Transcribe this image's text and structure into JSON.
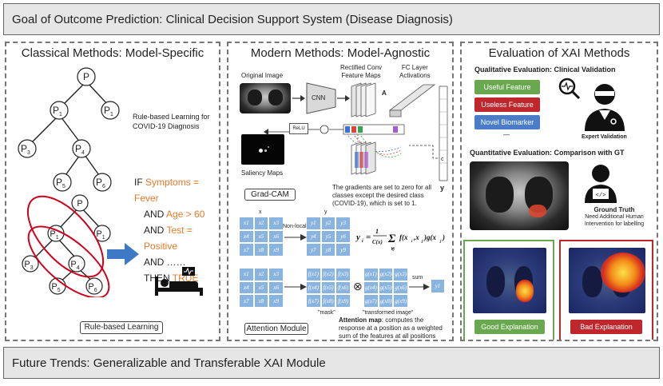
{
  "header": {
    "title": "Goal of Outcome Prediction: Clinical Decision Support System (Disease Diagnosis)"
  },
  "footer": {
    "title": "Future Trends: Generalizable and Transferable XAI Module"
  },
  "classical": {
    "title": "Classical Methods: Model-Specific",
    "tree_nodes": [
      "P",
      "P",
      "1",
      "P",
      "1",
      "P",
      "3",
      "P",
      "4",
      "P",
      "5",
      "P",
      "6"
    ],
    "rule_caption_line1": "Rule-based Learning for",
    "rule_caption_line2": "COVID-19 Diagnosis",
    "rule": {
      "if": "IF",
      "cond1": "Symptoms = Fever",
      "and1": "AND",
      "cond2": "Age > 60",
      "and2": "AND",
      "cond3": "Test = Positive",
      "and3": "AND ……",
      "then": "THEN",
      "result": "TRUE"
    },
    "box_label": "Rule-based Learning"
  },
  "modern": {
    "title": "Modern Methods: Model-Agnostic",
    "original_image": "Original Image",
    "rectified_line1": "Rectified Conv",
    "rectified_line2": "Feature Maps",
    "fc_line1": "FC Layer",
    "fc_line2": "Activations",
    "cnn": "CNN",
    "relu": "ReLU",
    "matrix_a": "A",
    "y_label": "y",
    "c_label": "c",
    "saliency": "Saliency Maps",
    "gradcam_box": "Grad-CAM",
    "gradcam_note1": "The gradients are set to zero for all",
    "gradcam_note2": "classes except the desired class",
    "gradcam_note3": "(COVID-19), which is set to 1.",
    "x_label": "x",
    "y_small": "y",
    "nonlocal": "Non-local",
    "grid_x": [
      "x1",
      "x2",
      "x3",
      "x4",
      "x5",
      "x6",
      "x7",
      "x8",
      "x9"
    ],
    "grid_y": [
      "y1",
      "y2",
      "y3",
      "y4",
      "y5",
      "y6",
      "y7",
      "y8",
      "y9"
    ],
    "grid_f": [
      "f(x1)",
      "f(x2)",
      "f(x3)",
      "f(x4)",
      "f(x5)",
      "f(x6)",
      "f(x7)",
      "f(x8)",
      "f(x9)"
    ],
    "grid_g": [
      "g(x1)",
      "g(x2)",
      "g(x3)",
      "g(x4)",
      "g(x5)",
      "g(x6)",
      "g(x7)",
      "g(x8)",
      "g(x9)"
    ],
    "formula": "y_i = 1/C(x) Σ_∀j f(x_i, x_j) g(x_j)",
    "sum": "sum",
    "yi": "y1",
    "mask": "\"mask\"",
    "transformed": "\"transformed image\"",
    "attention_box": "Attention Module",
    "attention_bold": "Attention map",
    "attention_note1": ": computes the",
    "attention_note2": "response at a position as a weighted",
    "attention_note3": "sum of the features at all positions"
  },
  "evaluation": {
    "title": "Evaluation of XAI Methods",
    "qual_title": "Qualitative Evaluation: Clinical Validation",
    "badges": [
      {
        "label": "Useful Feature",
        "color": "#6aa84f"
      },
      {
        "label": "Useless Feature",
        "color": "#c0272d"
      },
      {
        "label": "Novel Biomarker",
        "color": "#4a7cc7"
      }
    ],
    "dash": "—",
    "expert": "Expert Validation",
    "quant_title": "Quantitative Evaluation: Comparison with GT",
    "gt_bold": "Ground Truth",
    "gt_line1": "Need Additional Human",
    "gt_line2": "Intervention for labelling",
    "good": "Good Explanation",
    "bad": "Bad Explanation",
    "good_color": "#6aa84f",
    "bad_color": "#c0272d"
  }
}
